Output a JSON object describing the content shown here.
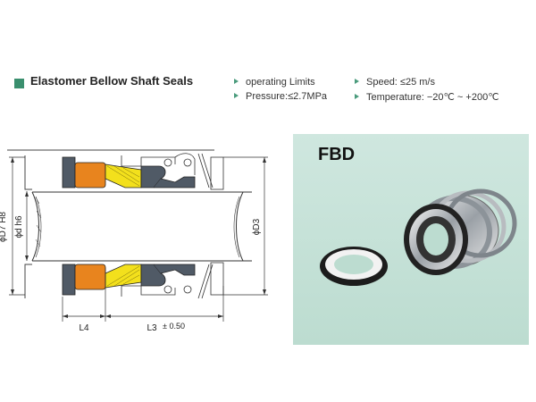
{
  "header": {
    "title": "Elastomer Bellow Shaft Seals",
    "specs": [
      {
        "text": "operating Limits"
      },
      {
        "text": "Speed: ≤25 m/s"
      },
      {
        "text": "Pressure:≤2.7MPa"
      },
      {
        "text": "Temperature: −20℃ ~ +200℃"
      }
    ]
  },
  "drawing": {
    "labels": {
      "d7": "ϕD7 H8",
      "d": "ϕd h6",
      "d3": "ϕD3",
      "l4": "L4",
      "l3": "L3",
      "tol": "± 0.50"
    }
  },
  "photo": {
    "model": "FBD"
  },
  "colors": {
    "accent": "#3a8f6e",
    "panel": "#c6e2d7",
    "orange_part": "#e8841e",
    "yellow_part": "#f3e01c",
    "rubber": "#505a66"
  }
}
